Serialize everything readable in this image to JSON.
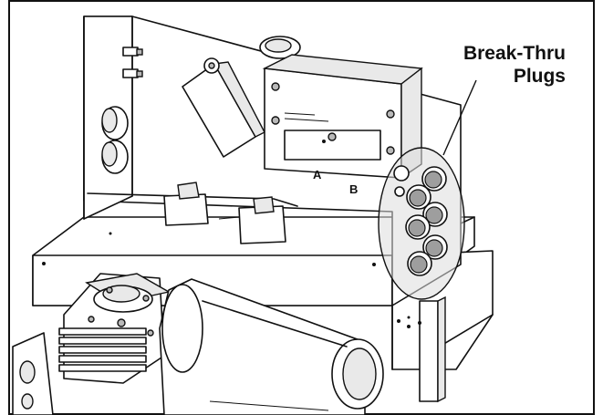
{
  "callout": {
    "line1": "Break-Thru",
    "line2": "Plugs"
  },
  "panel_letters": [
    "A",
    "B"
  ],
  "colors": {
    "ink": "#111111",
    "plug_fill": "#9e9e9e",
    "highlight_circle": "#dcdcdc"
  }
}
